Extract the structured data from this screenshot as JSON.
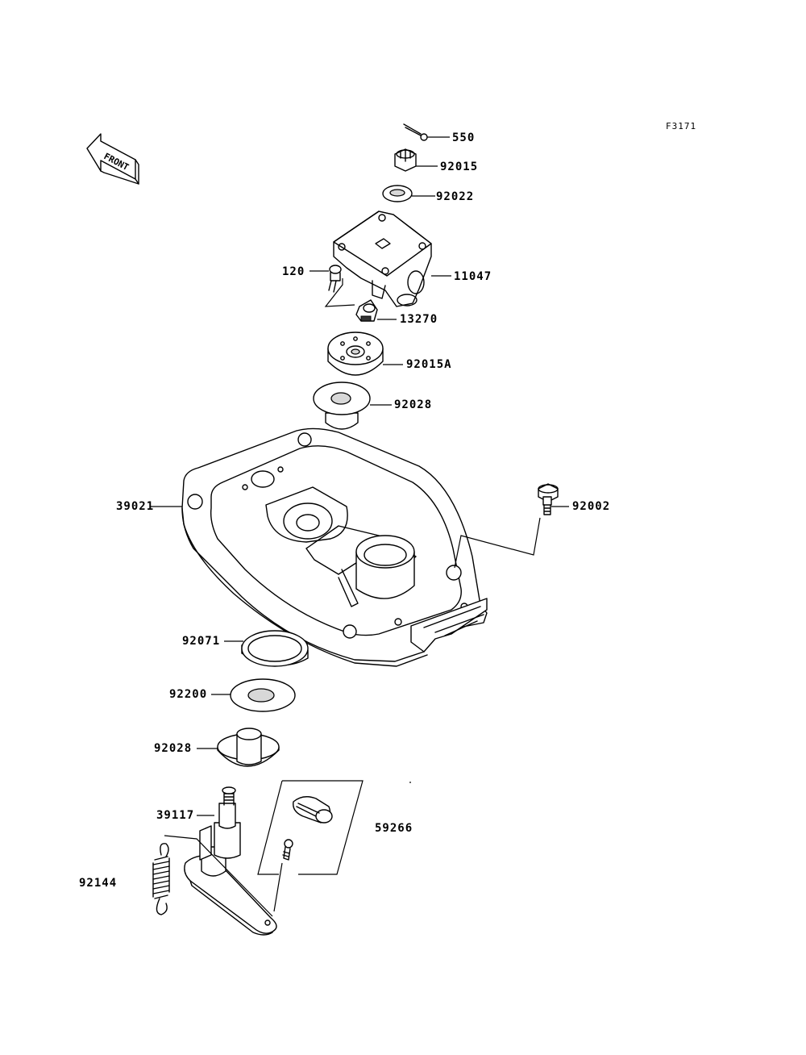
{
  "figure_id": "F3171",
  "front_arrow": {
    "text": "FRONT",
    "icon": "front-arrow-icon"
  },
  "parts": [
    {
      "number": "550"
    },
    {
      "number": "92015"
    },
    {
      "number": "92022"
    },
    {
      "number": "120"
    },
    {
      "number": "11047"
    },
    {
      "number": "13270"
    },
    {
      "number": "92015A"
    },
    {
      "number": "92028"
    },
    {
      "number": "39021"
    },
    {
      "number": "92002"
    },
    {
      "number": "92071"
    },
    {
      "number": "92200"
    },
    {
      "number": "92028"
    },
    {
      "number": "39117"
    },
    {
      "number": "59266"
    },
    {
      "number": "92144"
    }
  ]
}
